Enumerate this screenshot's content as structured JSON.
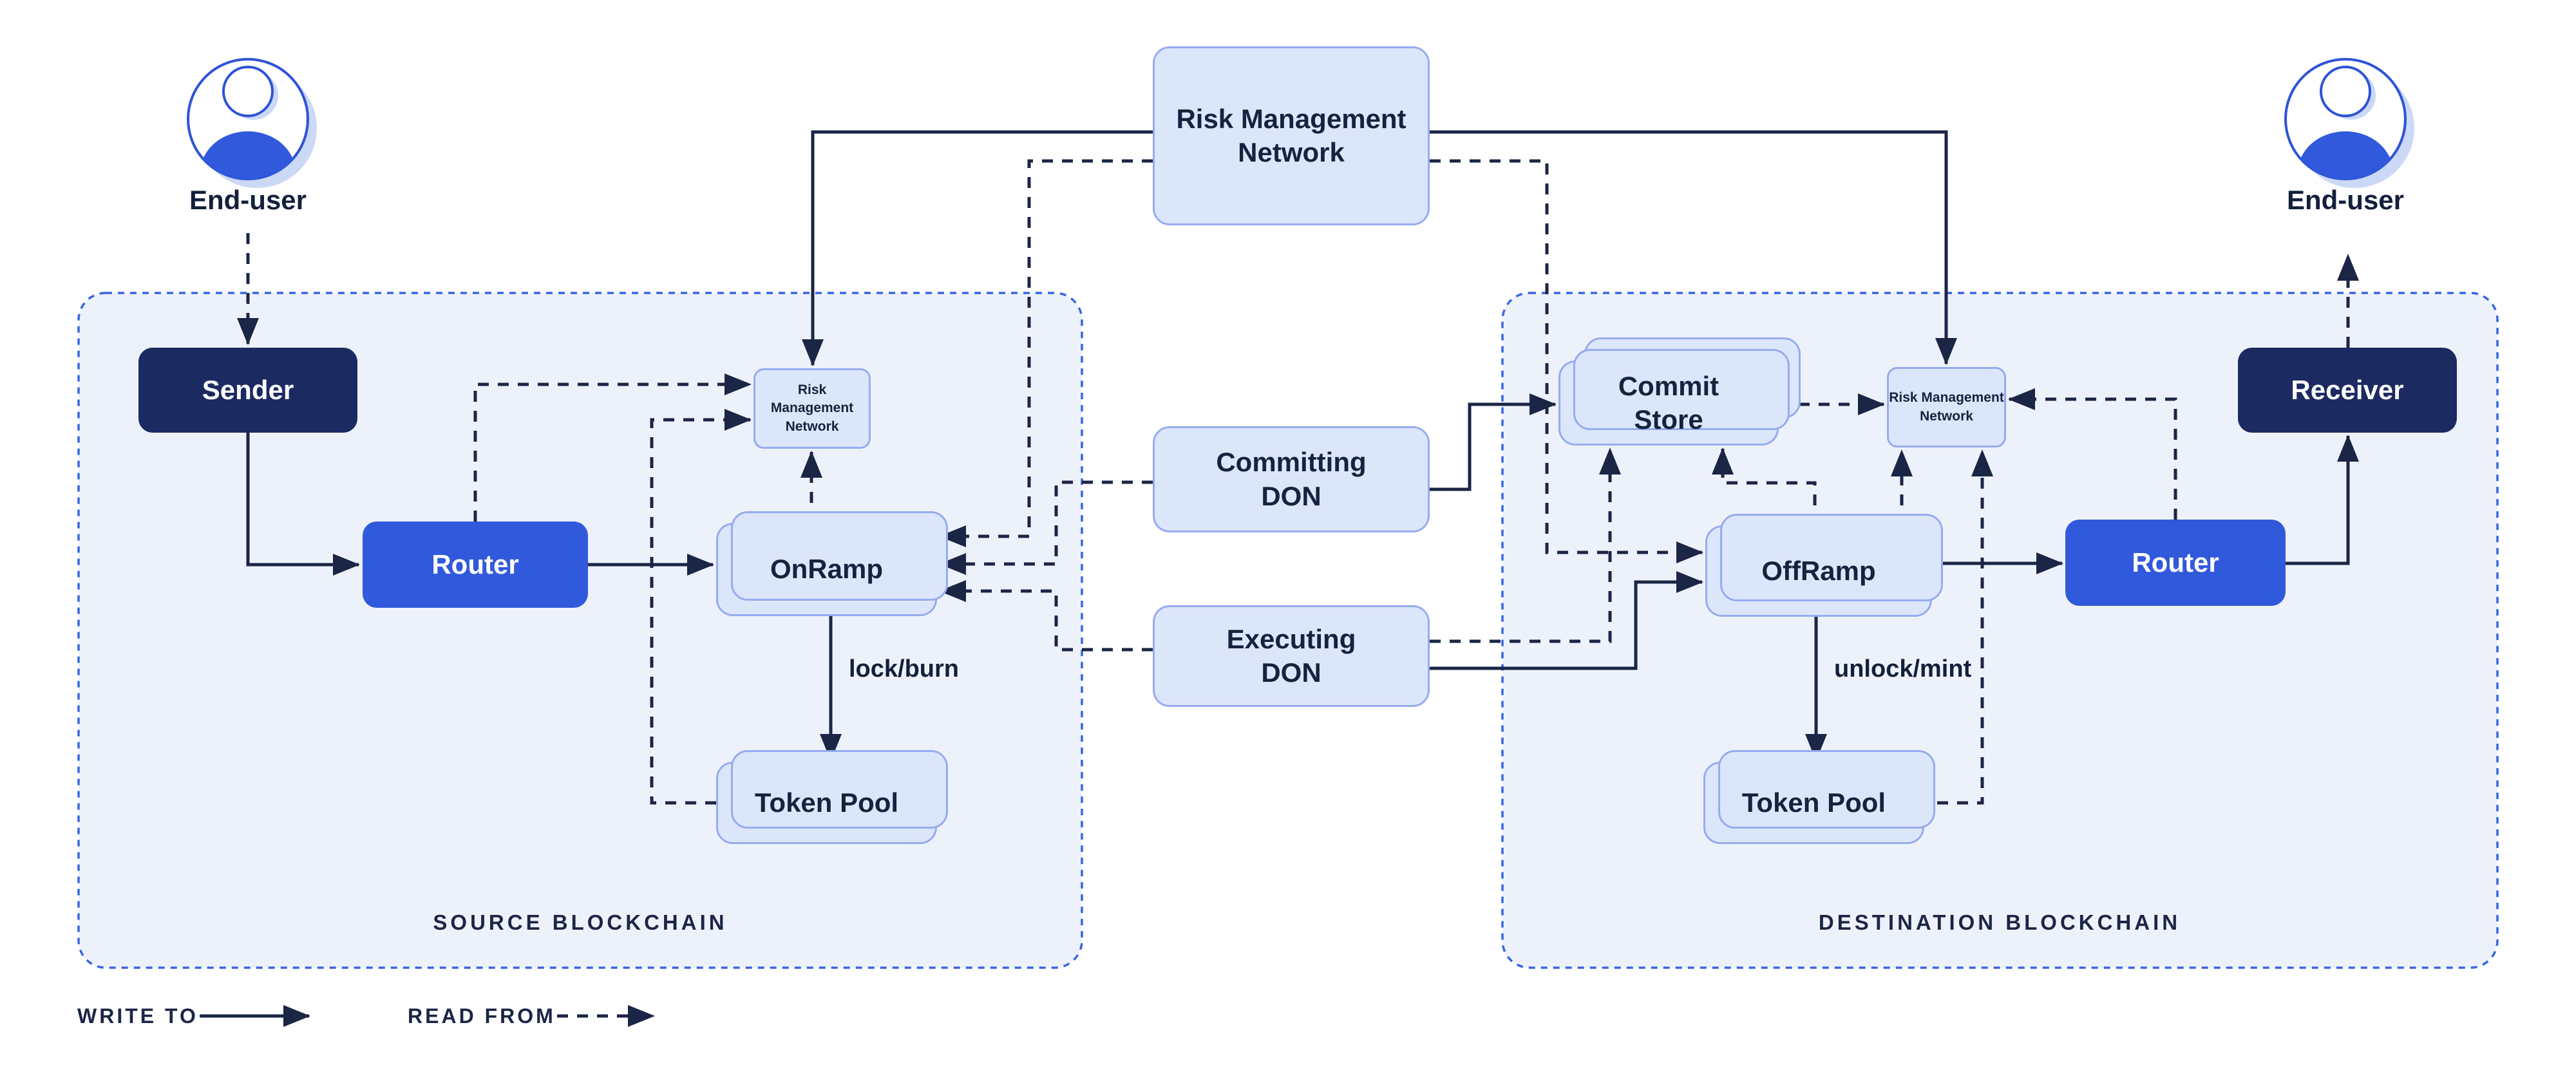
{
  "title": "CCIP cross-chain architecture diagram",
  "colors": {
    "navy_box": "#1C2A62",
    "blue_box": "#3159DB",
    "card_fill": "#DCE6FA",
    "card_border": "#96ABEF",
    "container_fill": "#EDF2FA",
    "container_border": "#3765E3",
    "line_ink": "#1B2545",
    "avatar_shadow": "#CBD8F6",
    "avatar_stroke": "#2D53D6"
  },
  "end_users": {
    "left_label": "End-user",
    "right_label": "End-user"
  },
  "containers": {
    "source_label": "SOURCE BLOCKCHAIN",
    "dest_label": "DESTINATION BLOCKCHAIN"
  },
  "nodes": {
    "sender": "Sender",
    "router_source": "Router",
    "onramp": "OnRamp",
    "rmn_source": "Risk Management\nNetwork",
    "token_pool_source": "Token Pool",
    "rmn_top": "Risk Management\nNetwork",
    "committing_don": "Committing\nDON",
    "executing_don": "Executing\nDON",
    "commit_store": "Commit\nStore",
    "rmn_dest": "Risk Management\nNetwork",
    "offramp": "OffRamp",
    "router_dest": "Router",
    "receiver": "Receiver",
    "token_pool_dest": "Token Pool"
  },
  "edge_labels": {
    "lock_burn": "lock/burn",
    "unlock_mint": "unlock/mint"
  },
  "legend": {
    "write_to": "WRITE TO",
    "read_from": "READ FROM"
  }
}
